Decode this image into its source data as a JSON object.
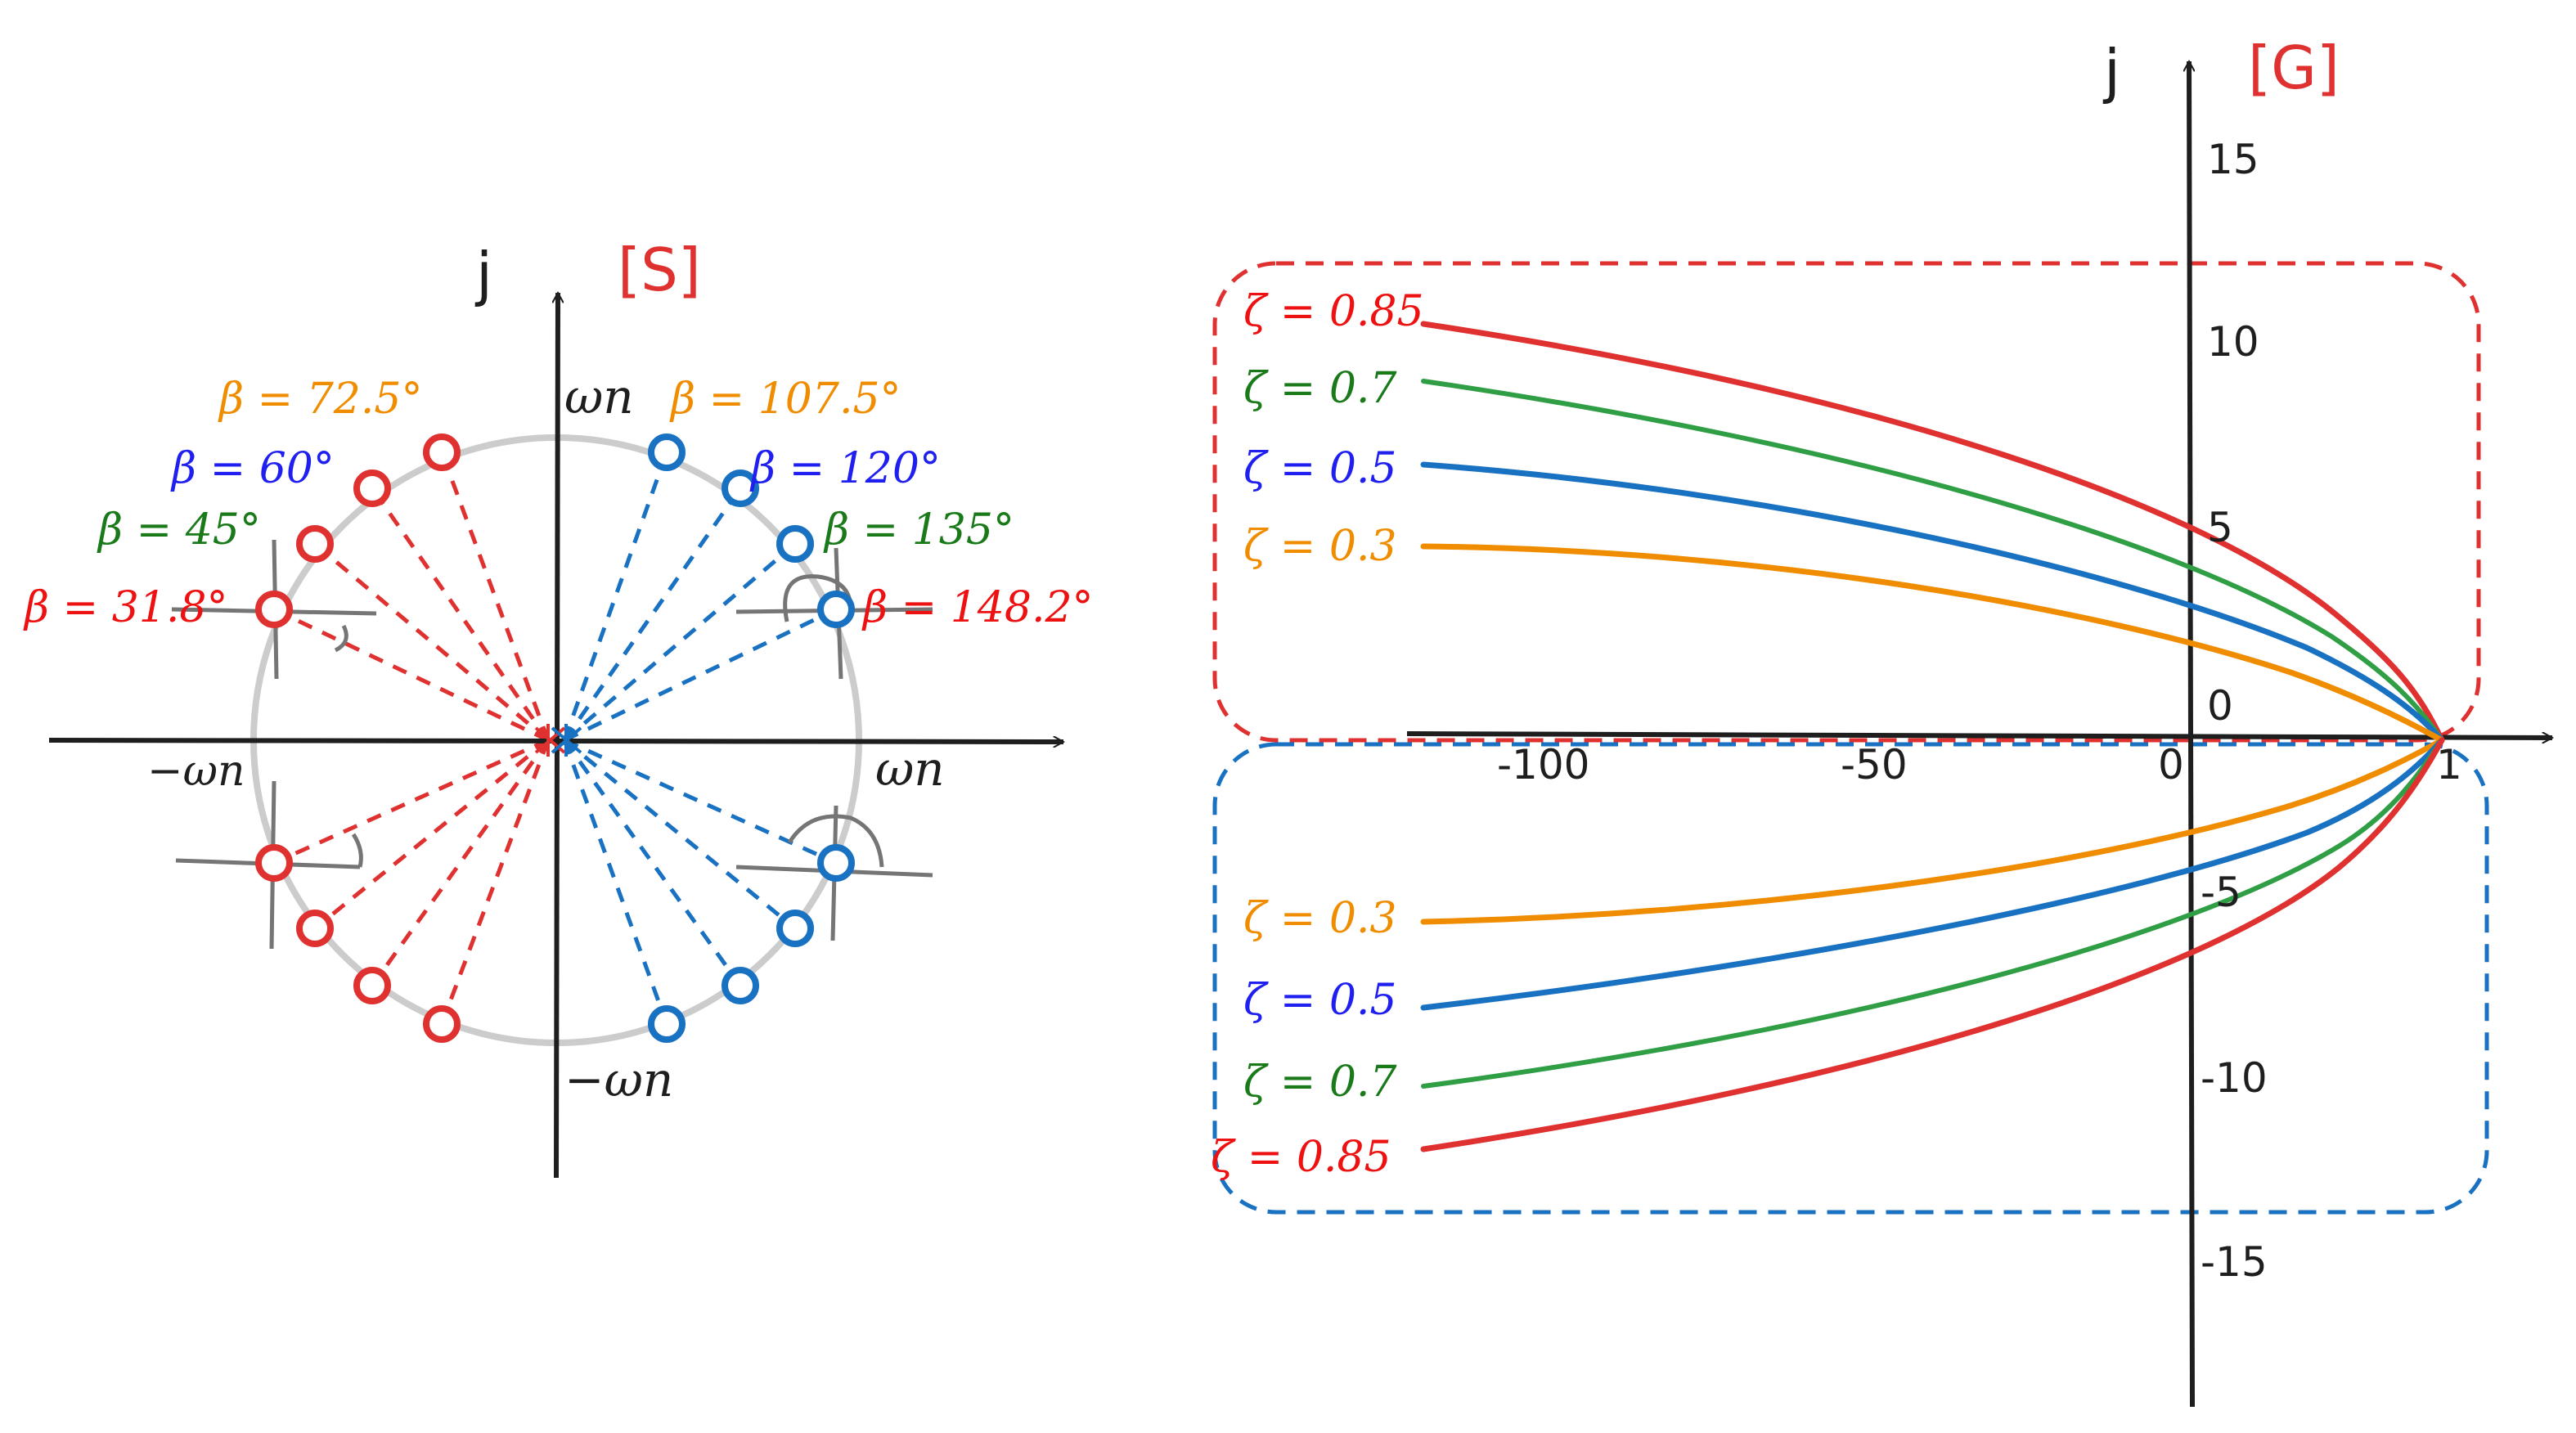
{
  "colors": {
    "red": "#e03131",
    "blue": "#1971c2",
    "green": "#2f9e44",
    "orange": "#f08c00",
    "ink": "#1e1e1e",
    "circle": "#cccccc",
    "gray": "#757575"
  },
  "s_plane": {
    "plane_label": "[S]",
    "imag_axis_label": "j",
    "omega_n_top": "ωn",
    "omega_n_bottom": "−ωn",
    "omega_n_right": "ωn",
    "omega_n_left": "−ωn",
    "beta_labels": [
      {
        "text": "β = 72.5°",
        "color": "orange"
      },
      {
        "text": "β = 60°",
        "color": "blue"
      },
      {
        "text": "β = 45°",
        "color": "green"
      },
      {
        "text": "β = 31.8°",
        "color": "red"
      },
      {
        "text": "β = 107.5°",
        "color": "orange"
      },
      {
        "text": "β = 120°",
        "color": "blue"
      },
      {
        "text": "β = 135°",
        "color": "green"
      },
      {
        "text": "β = 148.2°",
        "color": "red"
      }
    ]
  },
  "g_plane": {
    "plane_label": "[G]",
    "imag_axis_label": "j",
    "x_ticks": [
      "-100",
      "-50",
      "0"
    ],
    "x_tick_right": "1",
    "y_ticks": [
      "15",
      "10",
      "5",
      "0",
      "-5",
      "-10",
      "-15"
    ],
    "zeta_upper": [
      {
        "text": "ζ = 0.85",
        "color": "red"
      },
      {
        "text": "ζ = 0.7",
        "color": "green"
      },
      {
        "text": "ζ = 0.5",
        "color": "blue"
      },
      {
        "text": "ζ = 0.3",
        "color": "orange"
      }
    ],
    "zeta_lower": [
      {
        "text": "ζ = 0.3",
        "color": "orange"
      },
      {
        "text": "ζ = 0.5",
        "color": "blue"
      },
      {
        "text": "ζ = 0.7",
        "color": "green"
      },
      {
        "text": "ζ = 0.85",
        "color": "red"
      }
    ]
  }
}
